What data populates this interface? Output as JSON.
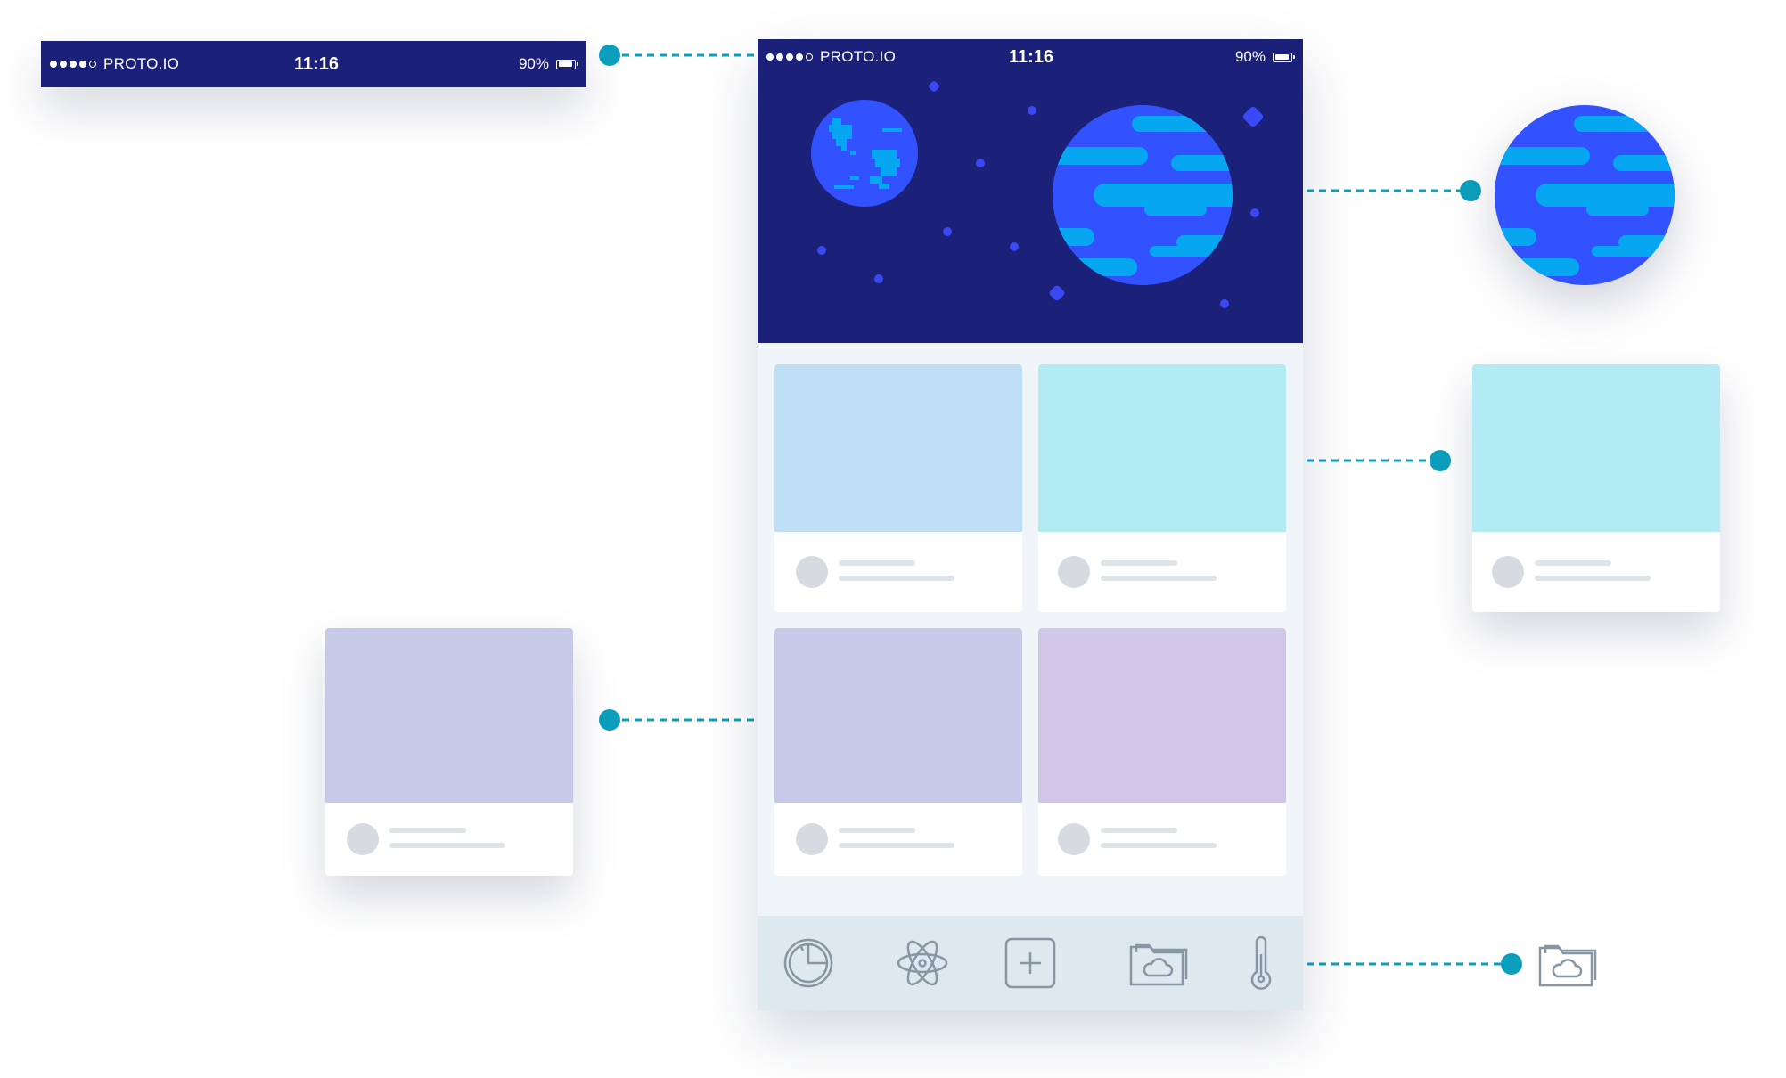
{
  "status_bar": {
    "carrier": "PROTO.IO",
    "time": "11:16",
    "battery": "90%"
  },
  "colors": {
    "navy": "#1b2079",
    "accent": "#0b9fbd",
    "planet_blue": "#3352ff",
    "planet_stripe": "#06a6f0",
    "star": "#3a49f5",
    "card_blue": "#bfdff7",
    "card_cyan": "#b2ebf3",
    "card_lavender": "#c6cae8",
    "card_purple": "#d0c6e7",
    "tabbar_bg": "#dde8ef",
    "icon_gray": "#8696a3"
  },
  "cards": [
    {
      "name": "card-blue",
      "color": "#bfdff7"
    },
    {
      "name": "card-cyan",
      "color": "#b2ebf3"
    },
    {
      "name": "card-lavender",
      "color": "#c6cae8"
    },
    {
      "name": "card-purple",
      "color": "#d0c6e7"
    }
  ],
  "tab_bar": {
    "icons": [
      "pie-chart-icon",
      "atom-icon",
      "add-icon",
      "cloud-folder-icon",
      "thermometer-icon"
    ]
  },
  "callouts": [
    "status-bar-callout",
    "planet-callout",
    "card-callout-right",
    "card-callout-left",
    "cloud-folder-icon-callout"
  ]
}
